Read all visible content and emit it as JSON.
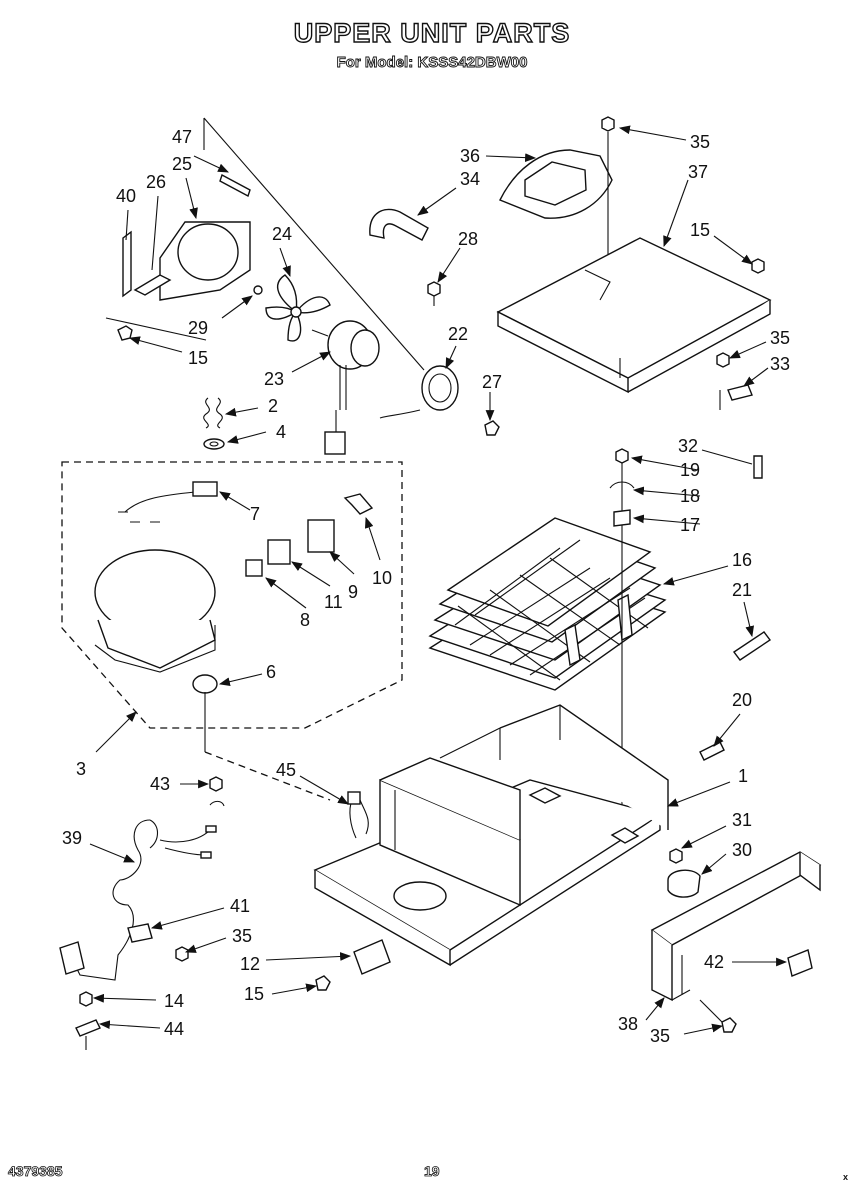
{
  "header": {
    "title": "UPPER UNIT PARTS",
    "subtitle": "For Model: KSSS42DBW00"
  },
  "footer": {
    "doc_number": "4379385",
    "page_number": "19",
    "mark": "x"
  },
  "callouts": [
    {
      "id": "c47",
      "text": "47"
    },
    {
      "id": "c26",
      "text": "26"
    },
    {
      "id": "c25",
      "text": "25"
    },
    {
      "id": "c40",
      "text": "40"
    },
    {
      "id": "c24",
      "text": "24"
    },
    {
      "id": "c29",
      "text": "29"
    },
    {
      "id": "c15a",
      "text": "15"
    },
    {
      "id": "c23",
      "text": "23"
    },
    {
      "id": "c2",
      "text": "2"
    },
    {
      "id": "c4",
      "text": "4"
    },
    {
      "id": "c36",
      "text": "36"
    },
    {
      "id": "c34",
      "text": "34"
    },
    {
      "id": "c35a",
      "text": "35"
    },
    {
      "id": "c37",
      "text": "37"
    },
    {
      "id": "c15b",
      "text": "15"
    },
    {
      "id": "c28",
      "text": "28"
    },
    {
      "id": "c22",
      "text": "22"
    },
    {
      "id": "c27",
      "text": "27"
    },
    {
      "id": "c35b",
      "text": "35"
    },
    {
      "id": "c33",
      "text": "33"
    },
    {
      "id": "c7",
      "text": "7"
    },
    {
      "id": "c10",
      "text": "10"
    },
    {
      "id": "c9",
      "text": "9"
    },
    {
      "id": "c11",
      "text": "11"
    },
    {
      "id": "c8",
      "text": "8"
    },
    {
      "id": "c6",
      "text": "6"
    },
    {
      "id": "c3",
      "text": "3"
    },
    {
      "id": "c32",
      "text": "32"
    },
    {
      "id": "c19",
      "text": "19"
    },
    {
      "id": "c18",
      "text": "18"
    },
    {
      "id": "c17",
      "text": "17"
    },
    {
      "id": "c16",
      "text": "16"
    },
    {
      "id": "c21",
      "text": "21"
    },
    {
      "id": "c20",
      "text": "20"
    },
    {
      "id": "c1",
      "text": "1"
    },
    {
      "id": "c43",
      "text": "43"
    },
    {
      "id": "c45",
      "text": "45"
    },
    {
      "id": "c39",
      "text": "39"
    },
    {
      "id": "c31",
      "text": "31"
    },
    {
      "id": "c30",
      "text": "30"
    },
    {
      "id": "c41",
      "text": "41"
    },
    {
      "id": "c35c",
      "text": "35"
    },
    {
      "id": "c12",
      "text": "12"
    },
    {
      "id": "c15c",
      "text": "15"
    },
    {
      "id": "c14",
      "text": "14"
    },
    {
      "id": "c44",
      "text": "44"
    },
    {
      "id": "c42",
      "text": "42"
    },
    {
      "id": "c38",
      "text": "38"
    },
    {
      "id": "c35d",
      "text": "35"
    }
  ]
}
